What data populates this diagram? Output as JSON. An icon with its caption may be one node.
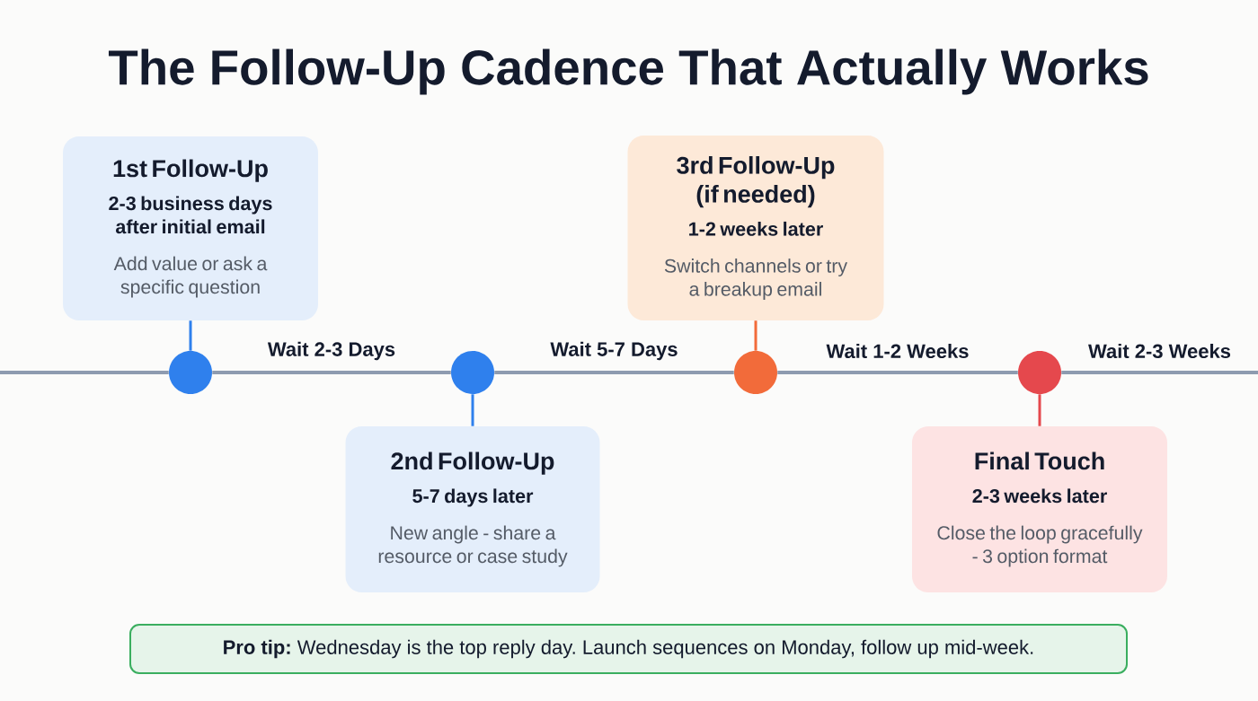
{
  "diagram": {
    "title": "The Follow-Up Cadence That Actually Works",
    "nodes": [
      {
        "text": [
          "1st Follow-Up",
          "2-3 business days after initial email",
          "Add value or ask a specific question"
        ]
      },
      {
        "text": [],
        "shape": "circle"
      },
      {
        "text": [
          "2nd Follow-Up",
          "5-7 days later",
          "New angle - share a resource or case study"
        ]
      },
      {
        "text": [],
        "shape": "circle"
      },
      {
        "text": [
          "3rd Follow-Up (if needed)",
          "1-2 weeks later",
          "Switch channels or try a breakup email"
        ]
      },
      {
        "text": [],
        "shape": "circle"
      },
      {
        "text": [
          "Final Touch",
          "2-3 weeks later",
          "Close the loop gracefully - 3 option format"
        ]
      },
      {
        "text": [],
        "shape": "circle"
      },
      {
        "text": [
          "**Pro tip:** Wednesday is the top reply day. Launch sequences on Monday, follow up mid-week."
        ]
      }
    ],
    "edges": [
      {
        "from": 0,
        "to": 1,
        "arrow": "none",
        "color": "#2f80ed"
      },
      {
        "from": 2,
        "to": 3,
        "arrow": "none",
        "color": "#2f80ed"
      },
      {
        "from": 4,
        "to": 5,
        "arrow": "none",
        "color": "#f26b3a"
      },
      {
        "from": 6,
        "to": 7,
        "arrow": "none",
        "color": "#e5484d"
      },
      {
        "from": null,
        "to": 1,
        "arrow": "none"
      },
      {
        "from": 1,
        "to": 3,
        "arrow": "none",
        "label": "Wait 2-3 Days"
      },
      {
        "from": 3,
        "to": 5,
        "arrow": "none",
        "label": "Wait 5-7 Days"
      },
      {
        "from": 5,
        "to": 7,
        "arrow": "none",
        "label": "Wait 1-2 Weeks"
      },
      {
        "from": 7,
        "to": null,
        "arrow": "none",
        "label": "Wait 2-3 Weeks"
      }
    ]
  }
}
